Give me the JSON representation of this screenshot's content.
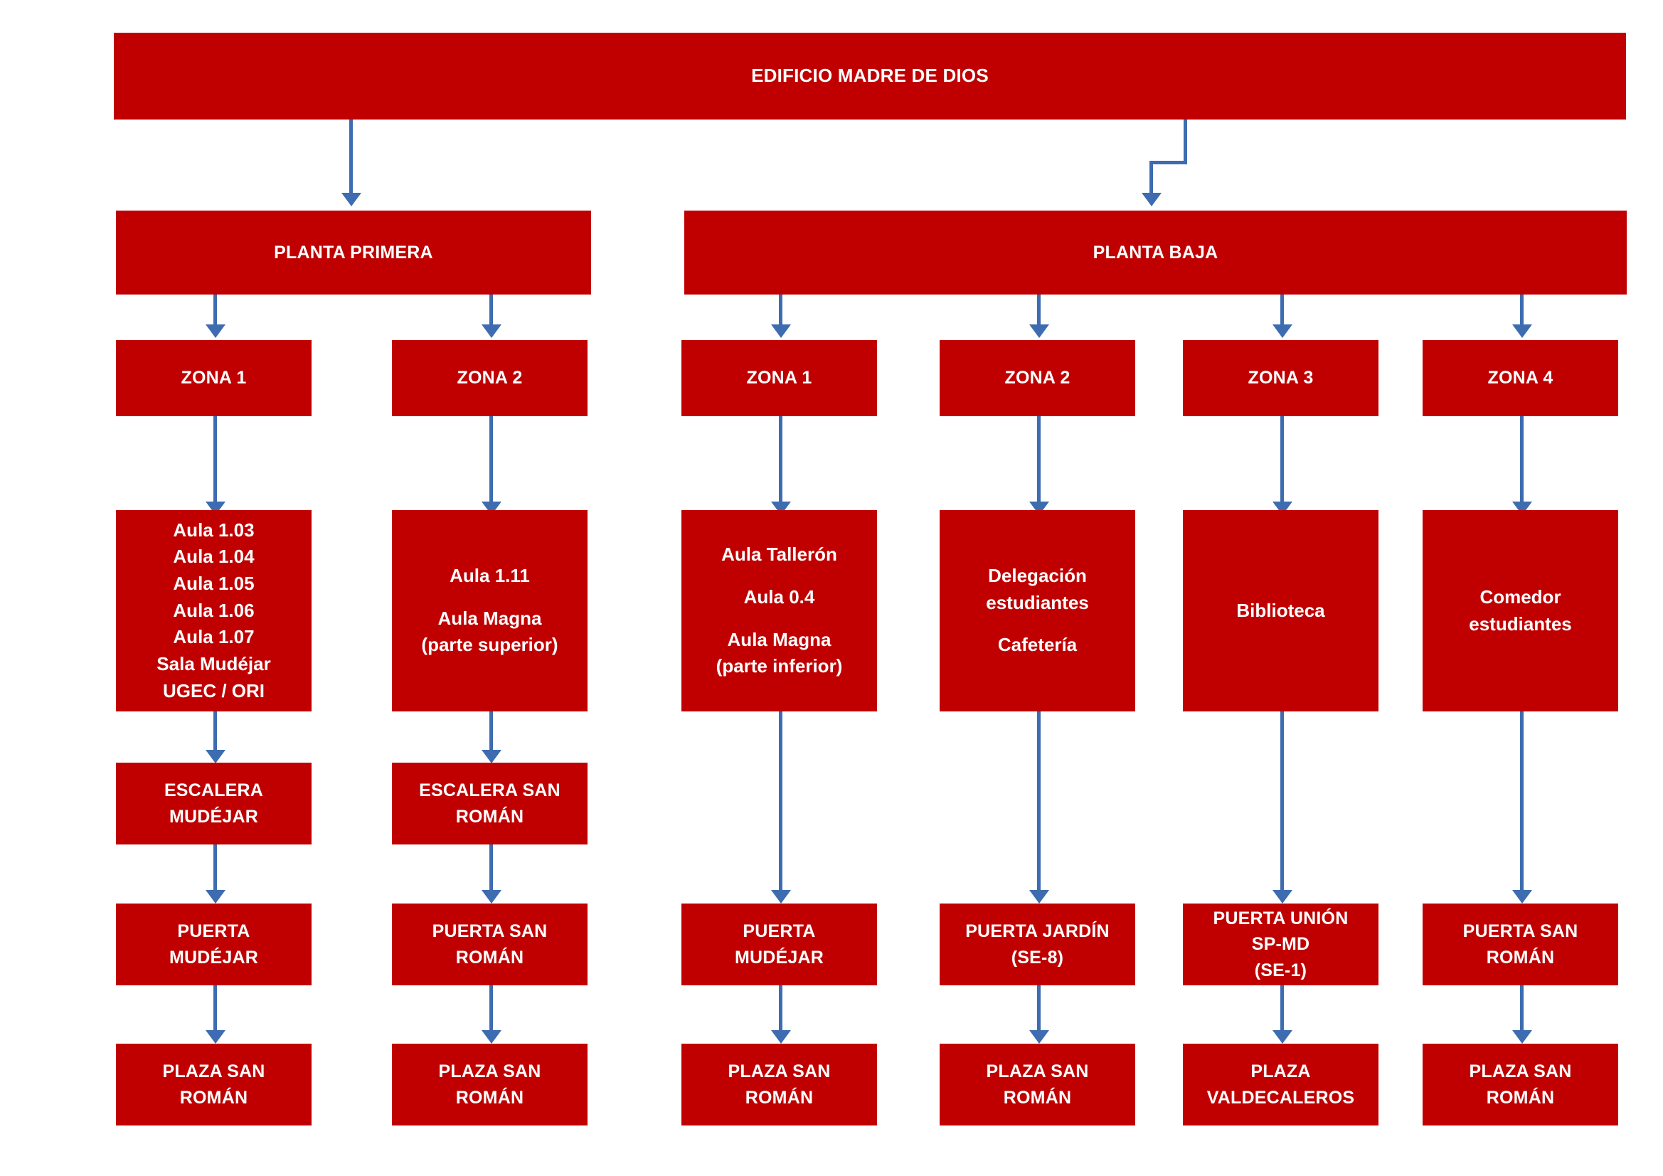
{
  "diagram": {
    "title": "EDIFICIO MADRE DE DIOS",
    "accent_color": "#C00000",
    "connector_color": "#3D6CB0",
    "text_color": "#FFFFFF",
    "background_color": "#FFFFFF"
  },
  "root": {
    "label": "EDIFICIO MADRE DE DIOS"
  },
  "floors": [
    {
      "label": "PLANTA PRIMERA"
    },
    {
      "label": "PLANTA BAJA"
    }
  ],
  "zones": [
    {
      "label": "ZONA 1"
    },
    {
      "label": "ZONA 2"
    },
    {
      "label": "ZONA 1"
    },
    {
      "label": "ZONA 2"
    },
    {
      "label": "ZONA 3"
    },
    {
      "label": "ZONA 4"
    }
  ],
  "rooms": [
    {
      "line1": "Aula 1.03",
      "line2": "Aula 1.04",
      "line3": "Aula 1.05",
      "line4": "Aula 1.06",
      "line5": "Aula 1.07",
      "line6": "Sala Mudéjar",
      "line7": "UGEC / ORI"
    },
    {
      "line1": "Aula 1.11",
      "line2": "Aula Magna",
      "line3": "(parte superior)"
    },
    {
      "line1": "Aula Tallerón",
      "line2": "Aula 0.4",
      "line3": "Aula Magna",
      "line4": "(parte inferior)"
    },
    {
      "line1": "Delegación",
      "line2": "estudiantes",
      "line3": "Cafetería"
    },
    {
      "line1": "Biblioteca"
    },
    {
      "line1": "Comedor",
      "line2": "estudiantes"
    }
  ],
  "stairs": [
    {
      "line1": "ESCALERA",
      "line2": "MUDÉJAR"
    },
    {
      "line1": "ESCALERA SAN",
      "line2": "ROMÁN"
    }
  ],
  "doors": [
    {
      "line1": "PUERTA",
      "line2": "MUDÉJAR"
    },
    {
      "line1": "PUERTA SAN",
      "line2": "ROMÁN"
    },
    {
      "line1": "PUERTA",
      "line2": "MUDÉJAR"
    },
    {
      "line1": "PUERTA JARDÍN",
      "line2": "(SE-8)"
    },
    {
      "line1": "PUERTA UNIÓN",
      "line2": "SP-MD",
      "line3": "(SE-1)"
    },
    {
      "line1": "PUERTA SAN",
      "line2": "ROMÁN"
    }
  ],
  "plazas": [
    {
      "line1": "PLAZA SAN",
      "line2": "ROMÁN"
    },
    {
      "line1": "PLAZA SAN",
      "line2": "ROMÁN"
    },
    {
      "line1": "PLAZA SAN",
      "line2": "ROMÁN"
    },
    {
      "line1": "PLAZA SAN",
      "line2": "ROMÁN"
    },
    {
      "line1": "PLAZA",
      "line2": "VALDECALEROS"
    },
    {
      "line1": "PLAZA SAN",
      "line2": "ROMÁN"
    }
  ]
}
